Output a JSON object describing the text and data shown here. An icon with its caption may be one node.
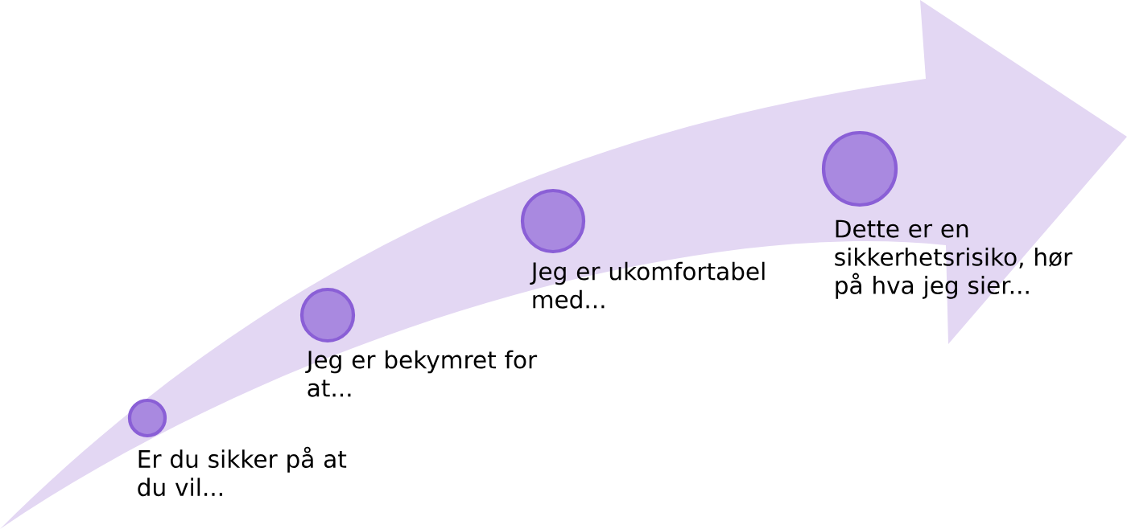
{
  "diagram": {
    "nodes": [
      {
        "text": [
          "Er du sikker på at du vil..."
        ]
      },
      {
        "text": [
          "Jeg er bekymret for at..."
        ]
      },
      {
        "text": [
          "Jeg er ukomfortabel med..."
        ]
      },
      {
        "text": [
          "Dette er en sikkerhetsrisiko, hør på hva jeg sier..."
        ]
      }
    ]
  }
}
